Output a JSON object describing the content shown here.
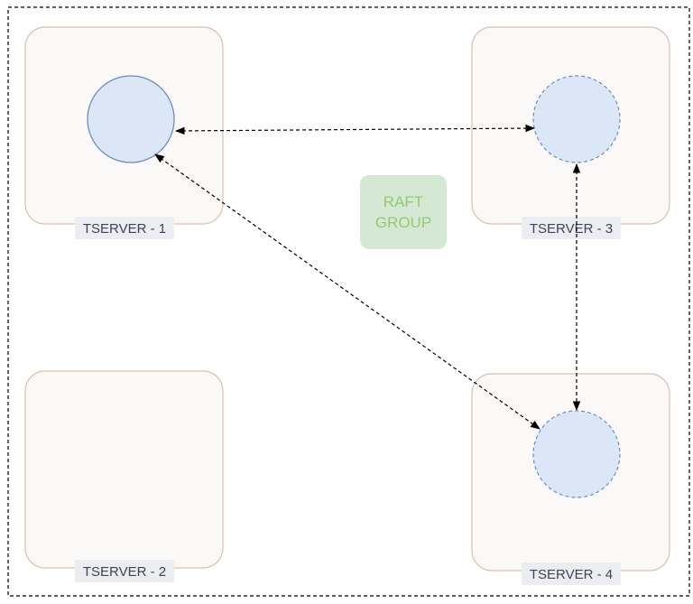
{
  "diagram": {
    "raft_group": {
      "line1": "RAFT",
      "line2": "GROUP"
    },
    "servers": [
      {
        "id": "tserver-1",
        "label": "TSERVER - 1",
        "node": "leader"
      },
      {
        "id": "tserver-2",
        "label": "TSERVER - 2",
        "node": "none"
      },
      {
        "id": "tserver-3",
        "label": "TSERVER - 3",
        "node": "follower"
      },
      {
        "id": "tserver-4",
        "label": "TSERVER - 4",
        "node": "follower"
      }
    ],
    "connections": [
      {
        "from": "tserver-1",
        "to": "tserver-3",
        "style": "dashed",
        "arrows": "both"
      },
      {
        "from": "tserver-1",
        "to": "tserver-4",
        "style": "dashed",
        "arrows": "both"
      },
      {
        "from": "tserver-3",
        "to": "tserver-4",
        "style": "dashed",
        "arrows": "both"
      }
    ]
  },
  "colors": {
    "server_fill": "#fbf9f7",
    "server_stroke": "#d9c2b4",
    "node_fill": "#dbe6f7",
    "node_stroke": "#6c8ebf",
    "raft_fill": "#d5e8d4",
    "raft_text": "#97c96f",
    "label_bg": "#ecedf0",
    "arrow": "#000000"
  }
}
